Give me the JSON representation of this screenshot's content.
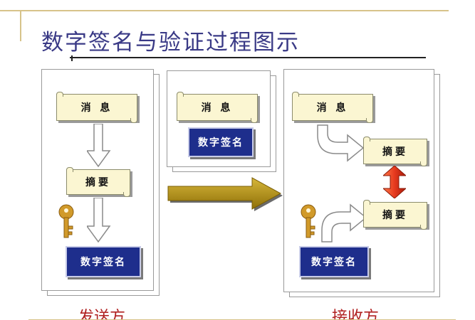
{
  "slide": {
    "title": "数字签名与验证过程图示"
  },
  "sender": {
    "message_label": "消  息",
    "digest_label": "摘要",
    "signature_label": "数字签名",
    "caption": "发送方"
  },
  "transfer": {
    "message_label": "消  息",
    "signature_label": "数字签名"
  },
  "receiver": {
    "message_label": "消  息",
    "digest_top_label": "摘要",
    "digest_bottom_label": "摘要",
    "signature_label": "数字签名",
    "caption": "接收方"
  },
  "colors": {
    "title": "#3a3a86",
    "signature_box": "#1e2e8c",
    "scroll_box": "#fbf6d2",
    "transfer_arrow": "#b8960c",
    "compare_arrow": "#e63a1e",
    "key": "#d19a2a",
    "caption": "#b02020"
  },
  "icons": [
    "key-icon",
    "down-arrow-icon",
    "curved-arrow-icon",
    "compare-arrow-icon",
    "transfer-arrow-icon"
  ]
}
